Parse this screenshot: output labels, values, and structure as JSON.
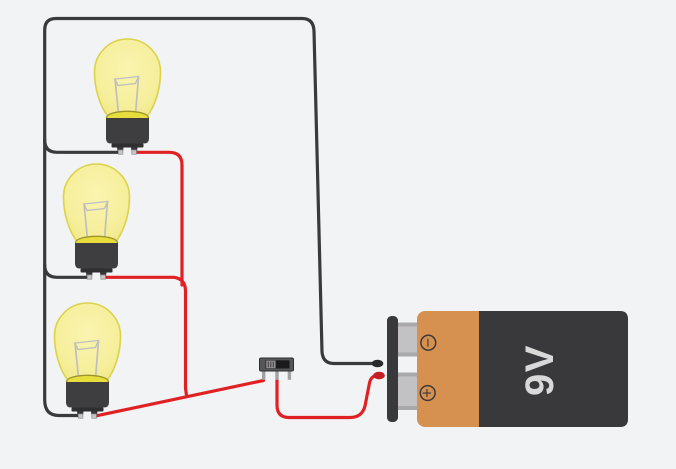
{
  "canvas": {
    "background_color": "#F2F3F5",
    "description": "breadboard-free circuit diagram"
  },
  "battery": {
    "label": "9V",
    "negative_symbol": "−",
    "positive_symbol": "+",
    "body_color": "#D6904F",
    "casing_color": "#39393B",
    "label_color": "#D9D9D9"
  },
  "bulbs": [
    {
      "type": "incandescent-bulb",
      "state": "on",
      "glass_color": "#F6EF9C"
    },
    {
      "type": "incandescent-bulb",
      "state": "on",
      "glass_color": "#F6EF9C"
    },
    {
      "type": "incandescent-bulb",
      "state": "on",
      "glass_color": "#F6EF9C"
    }
  ],
  "switch": {
    "type": "slide-switch",
    "body_color": "#565658",
    "knob_color": "#919193"
  },
  "wires": {
    "negative_color": "#3A3A3C",
    "positive_color": "#E02124"
  }
}
